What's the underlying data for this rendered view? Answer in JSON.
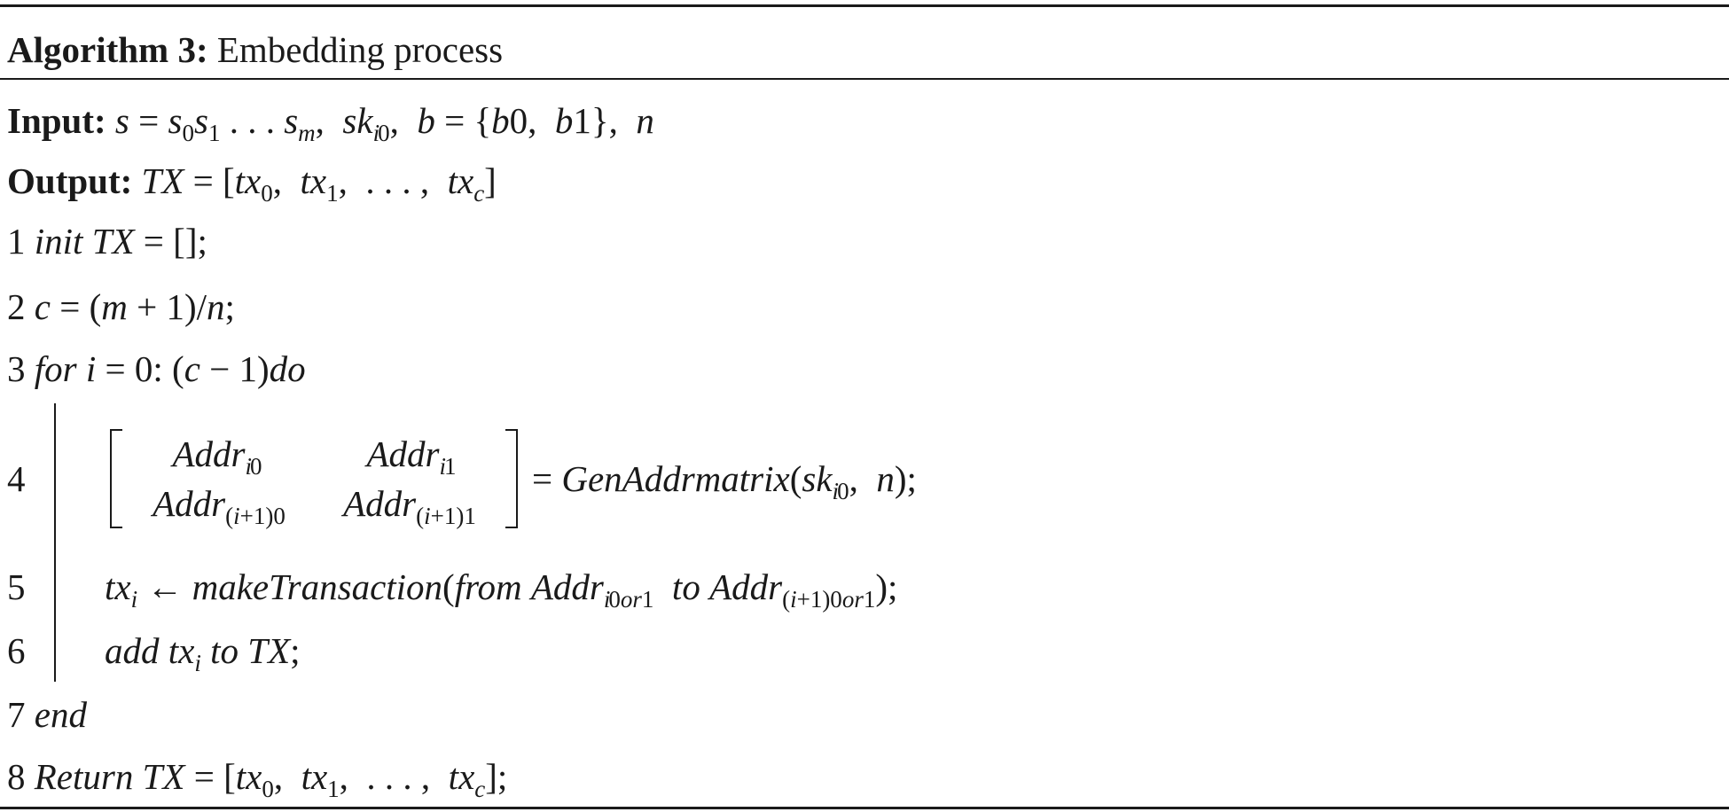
{
  "algorithm": {
    "title_label": "Algorithm 3:",
    "title_text": "Embedding process",
    "input_label": "Input:",
    "output_label": "Output:",
    "line_numbers": [
      "1",
      "2",
      "3",
      "4",
      "5",
      "6",
      "7",
      "8"
    ],
    "kw_init": "init",
    "kw_for": "for",
    "kw_do": "do",
    "kw_from": "from",
    "kw_to": "to",
    "kw_add": "add",
    "kw_end": "end",
    "kw_return": "Return",
    "fn_gen": "GenAddrmatrix",
    "fn_make": "makeTransaction",
    "var_tx": "TX",
    "var_addr": "Addr"
  }
}
